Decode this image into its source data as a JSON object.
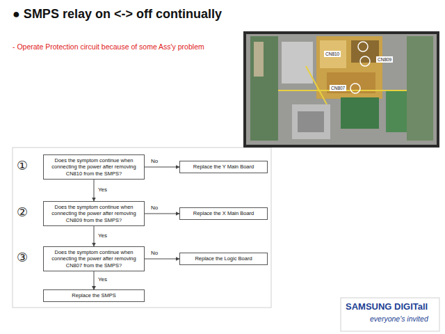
{
  "diagram": {
    "title": "● SMPS relay on <-> off continually",
    "nodes": [
      {
        "text": [
          "Does the symptom continue when connecting the power after removing CN810 from the SMPS?"
        ]
      },
      {
        "text": [
          "Replace the Y Main Board"
        ]
      },
      {
        "text": [
          "Does the symptom continue when connecting the power after removing CN809 from the SMPS?"
        ]
      },
      {
        "text": [
          "Replace the X Main Board"
        ]
      },
      {
        "text": [
          "Does the symptom continue when connecting the power after removing CN807 from the SMPS?"
        ]
      },
      {
        "text": [
          "Replace the Logic Board"
        ]
      },
      {
        "text": [
          "Replace the SMPS"
        ]
      }
    ],
    "edges": [
      {
        "from": 0,
        "to": 1,
        "label": "No",
        "arrow": "to"
      },
      {
        "from": 0,
        "to": 2,
        "label": "Yes",
        "arrow": "to"
      },
      {
        "from": 2,
        "to": 3,
        "label": "No",
        "arrow": "to"
      },
      {
        "from": 2,
        "to": 4,
        "label": "Yes",
        "arrow": "to"
      },
      {
        "from": 4,
        "to": 5,
        "label": "No",
        "arrow": "to"
      },
      {
        "from": 4,
        "to": 6,
        "label": "Yes",
        "arrow": "to"
      }
    ],
    "labels": [
      "- Operate Protection circuit because of some Ass'y problem",
      "CN810",
      "CN809",
      "CN807",
      "①",
      "②",
      "③",
      "SAMSUNG DIGITall",
      "everyone's invited"
    ]
  }
}
